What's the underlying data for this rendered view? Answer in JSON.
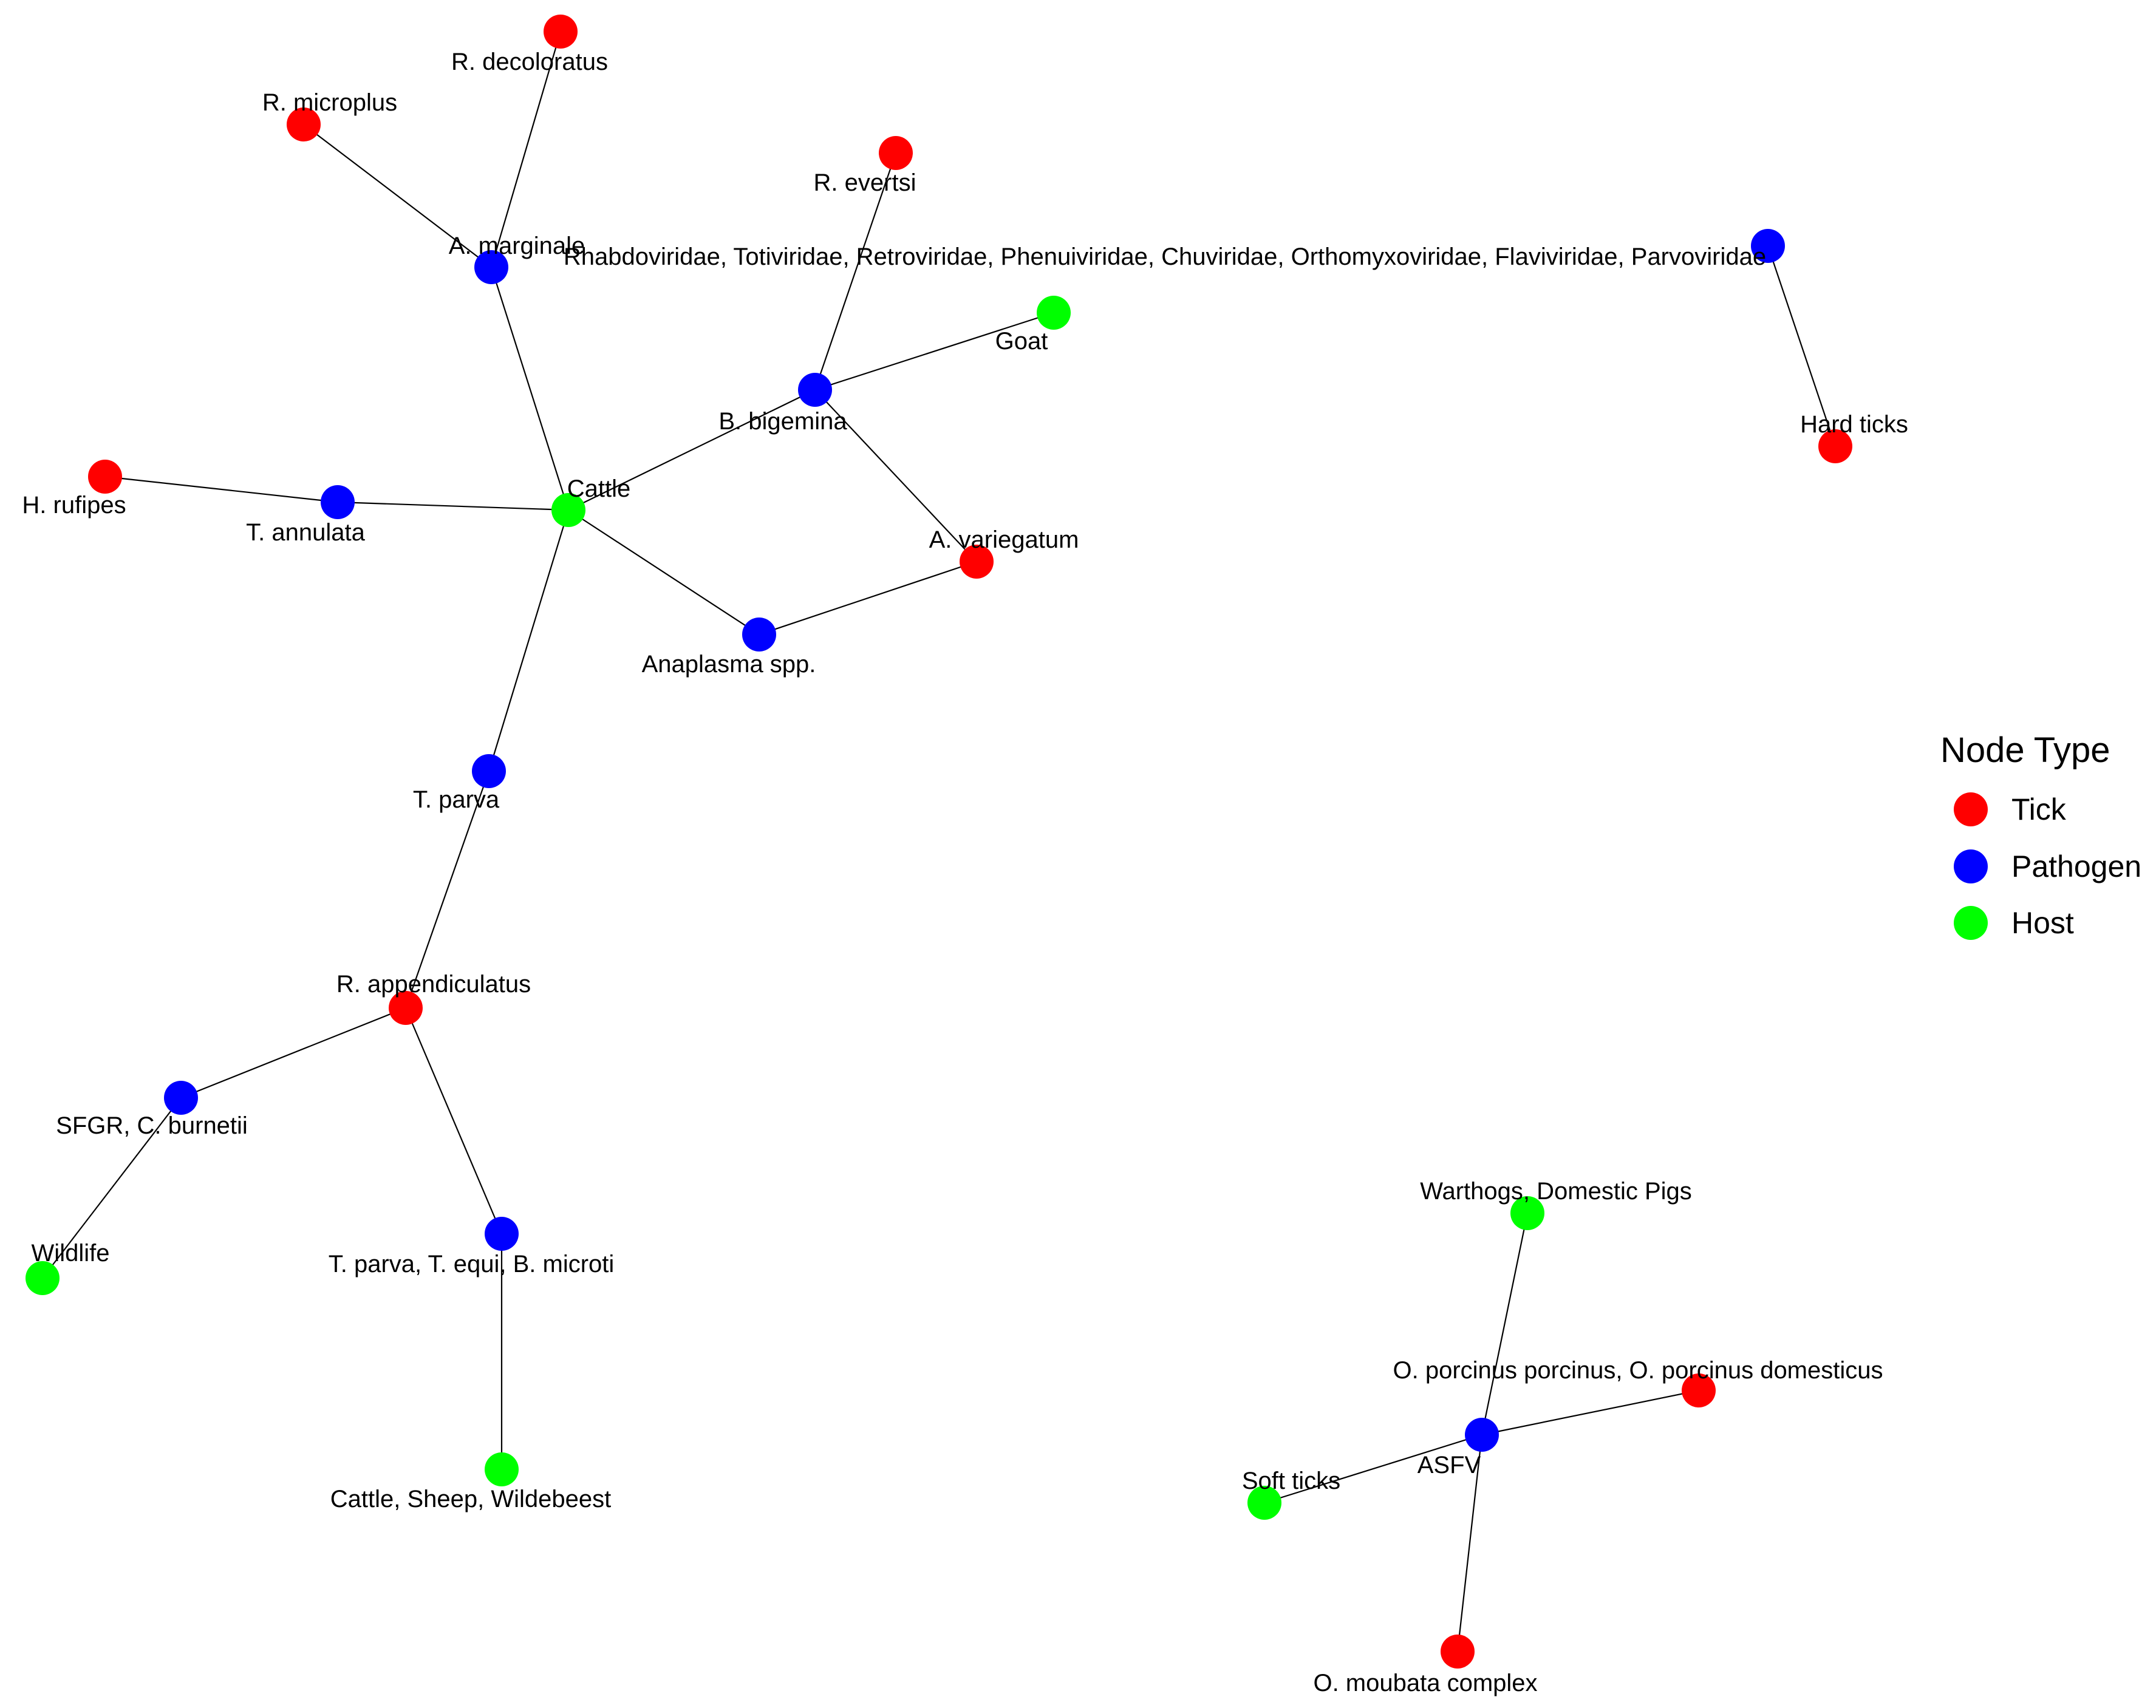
{
  "colors": {
    "Tick": "#ff0000",
    "Pathogen": "#0000ff",
    "Host": "#00ff00",
    "edge": "#000000",
    "background": "#ffffff"
  },
  "legend": {
    "title": "Node Type",
    "items": [
      {
        "label": "Tick",
        "type": "Tick"
      },
      {
        "label": "Pathogen",
        "type": "Pathogen"
      },
      {
        "label": "Host",
        "type": "Host"
      }
    ]
  },
  "nodes": [
    {
      "id": "r_decoloratus",
      "label": "R. decoloratus",
      "type": "Tick"
    },
    {
      "id": "r_microplus",
      "label": "R. microplus",
      "type": "Tick"
    },
    {
      "id": "a_marginale",
      "label": "A. marginale",
      "type": "Pathogen"
    },
    {
      "id": "r_evertsi",
      "label": "R. evertsi",
      "type": "Tick"
    },
    {
      "id": "viridae",
      "label": "Rhabdoviridae, Totiviridae, Retroviridae, Phenuiviridae, Chuviridae, Orthomyxoviridae, Flaviviridae, Parvoviridae",
      "type": "Pathogen"
    },
    {
      "id": "goat",
      "label": "Goat",
      "type": "Host"
    },
    {
      "id": "b_bigemina",
      "label": "B. bigemina",
      "type": "Pathogen"
    },
    {
      "id": "hard_ticks",
      "label": "Hard ticks",
      "type": "Tick"
    },
    {
      "id": "h_rufipes",
      "label": "H. rufipes",
      "type": "Tick"
    },
    {
      "id": "t_annulata",
      "label": "T. annulata",
      "type": "Pathogen"
    },
    {
      "id": "cattle",
      "label": "Cattle",
      "type": "Host"
    },
    {
      "id": "a_variegatum",
      "label": "A. variegatum",
      "type": "Tick"
    },
    {
      "id": "anaplasma_spp",
      "label": "Anaplasma spp.",
      "type": "Pathogen"
    },
    {
      "id": "t_parva",
      "label": "T. parva",
      "type": "Pathogen"
    },
    {
      "id": "r_appendiculatus",
      "label": "R. appendiculatus",
      "type": "Tick"
    },
    {
      "id": "sfgr",
      "label": "SFGR, C. burnetii",
      "type": "Pathogen"
    },
    {
      "id": "wildlife",
      "label": "Wildlife",
      "type": "Host"
    },
    {
      "id": "t_parva_equi",
      "label": "T. parva, T. equi, B. microti",
      "type": "Pathogen"
    },
    {
      "id": "cattle_sheep",
      "label": "Cattle, Sheep, Wildebeest",
      "type": "Host"
    },
    {
      "id": "warthogs",
      "label": "Warthogs, Domestic Pigs",
      "type": "Host"
    },
    {
      "id": "o_porcinus",
      "label": "O. porcinus porcinus, O. porcinus domesticus",
      "type": "Tick"
    },
    {
      "id": "asfv",
      "label": "ASFV",
      "type": "Pathogen"
    },
    {
      "id": "soft_ticks",
      "label": "Soft ticks",
      "type": "Host"
    },
    {
      "id": "o_moubata",
      "label": "O. moubata complex",
      "type": "Tick"
    }
  ],
  "edges": [
    [
      "r_decoloratus",
      "a_marginale"
    ],
    [
      "r_microplus",
      "a_marginale"
    ],
    [
      "a_marginale",
      "cattle"
    ],
    [
      "r_evertsi",
      "b_bigemina"
    ],
    [
      "goat",
      "b_bigemina"
    ],
    [
      "b_bigemina",
      "cattle"
    ],
    [
      "b_bigemina",
      "a_variegatum"
    ],
    [
      "viridae",
      "hard_ticks"
    ],
    [
      "h_rufipes",
      "t_annulata"
    ],
    [
      "t_annulata",
      "cattle"
    ],
    [
      "cattle",
      "anaplasma_spp"
    ],
    [
      "anaplasma_spp",
      "a_variegatum"
    ],
    [
      "cattle",
      "t_parva"
    ],
    [
      "t_parva",
      "r_appendiculatus"
    ],
    [
      "r_appendiculatus",
      "sfgr"
    ],
    [
      "sfgr",
      "wildlife"
    ],
    [
      "r_appendiculatus",
      "t_parva_equi"
    ],
    [
      "t_parva_equi",
      "cattle_sheep"
    ],
    [
      "warthogs",
      "asfv"
    ],
    [
      "o_porcinus",
      "asfv"
    ],
    [
      "asfv",
      "soft_ticks"
    ],
    [
      "asfv",
      "o_moubata"
    ]
  ]
}
